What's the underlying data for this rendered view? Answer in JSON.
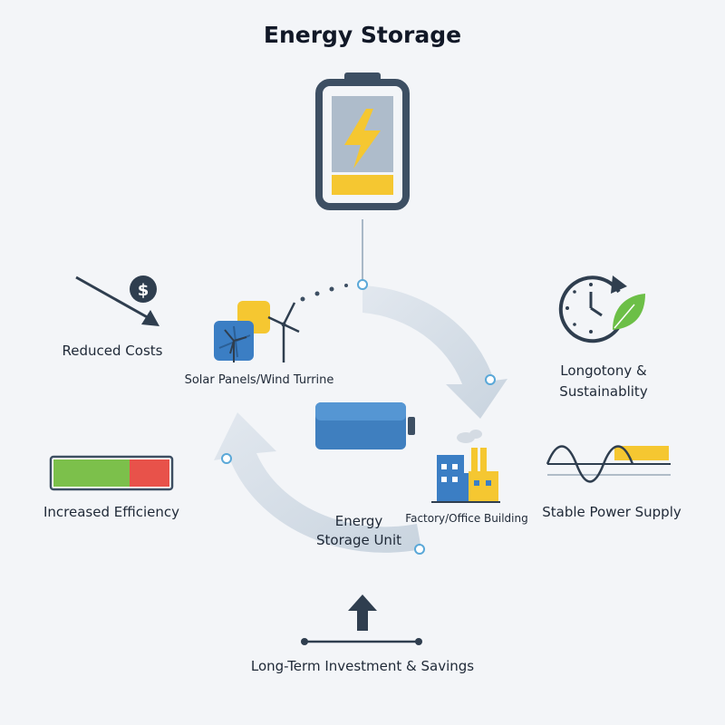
{
  "title": "Energy Storage",
  "labels": {
    "solar_wind": "Solar Panels/Wind Turrine",
    "factory": "Factory/Office Building",
    "storage_unit_line1": "Energy",
    "storage_unit_line2": "Storage Unit",
    "reduced_costs": "Reduced Costs",
    "increased_efficiency": "Increased Efficiency",
    "longevity_line1": "Longotony &",
    "longevity_line2": "Sustainablity",
    "stable_power": "Stable Power Supply",
    "long_term": "Long-Term Investment & Savings",
    "dollar_symbol": "$"
  },
  "colors": {
    "background": "#f3f5f8",
    "battery_frame": "#3d4f63",
    "battery_fill": "#aebccb",
    "bolt": "#f5c731",
    "battery_level": "#f5c731",
    "arrow_fill": "#d7dfe8",
    "connector": "#8fa6bc",
    "node_dot": "#5aa8d8",
    "solar_blue": "#3b7ec4",
    "solar_yellow": "#f5c731",
    "factory_blue": "#3b7ec4",
    "factory_yellow": "#f5c731",
    "storage_unit_blue": "#3f7fbf",
    "efficiency_green": "#7cc04b",
    "efficiency_red": "#e8524a",
    "leaf_green": "#6cbf47",
    "dark_icon": "#2f3e4f"
  },
  "icons": {
    "main_battery": "battery-bolt-icon",
    "solar_wind": "solar-panel-wind-turbine-icon",
    "factory": "factory-icon",
    "storage_unit": "battery-unit-icon",
    "reduced_costs": "downward-arrow-dollar-icon",
    "efficiency": "efficiency-bar-icon",
    "longevity": "clock-leaf-icon",
    "stable_power": "waveform-icon",
    "long_term": "upward-arrow-timeline-icon"
  }
}
